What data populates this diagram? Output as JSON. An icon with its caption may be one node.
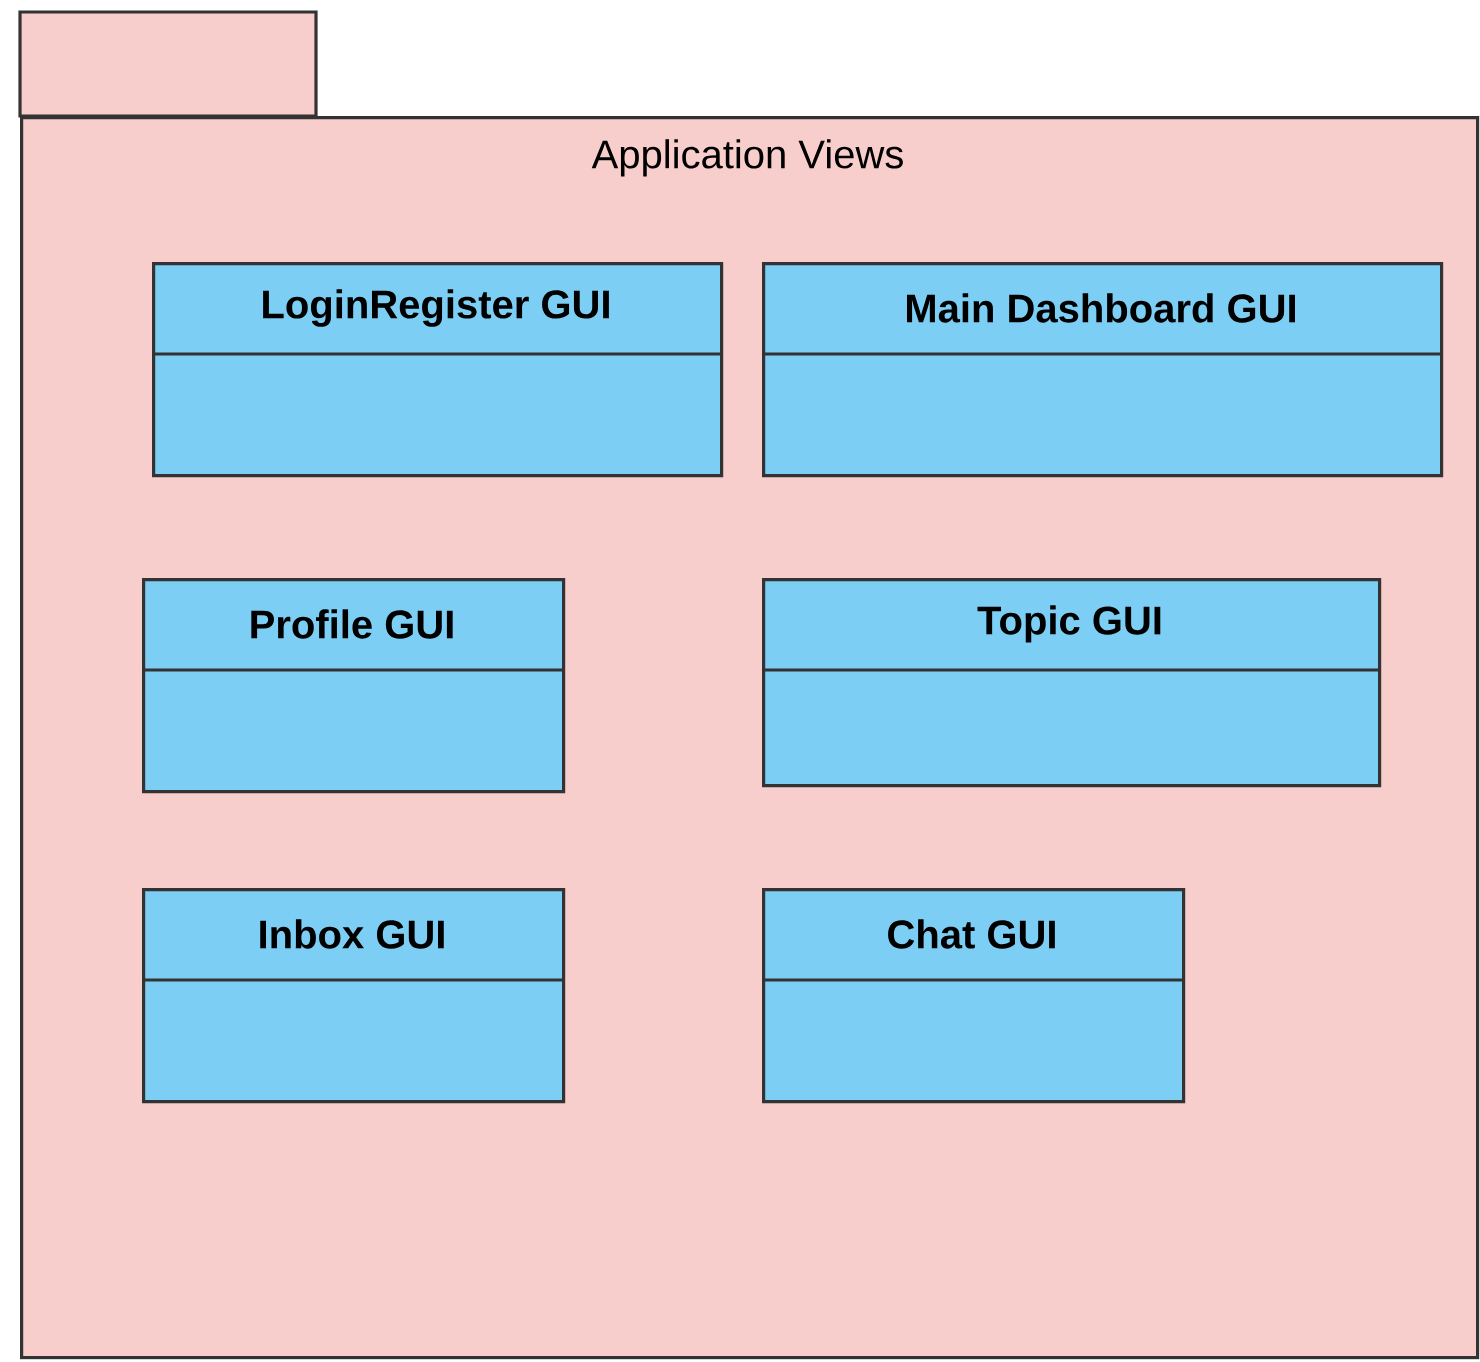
{
  "diagram": {
    "nodes": [
      {
        "text": [
          "Application Views"
        ]
      },
      {
        "text": [
          "LoginRegister GUI"
        ],
        "in": 0
      },
      {
        "text": [
          "Main Dashboard GUI"
        ],
        "in": 0
      },
      {
        "text": [
          "Profile GUI"
        ],
        "in": 0
      },
      {
        "text": [
          "Topic GUI"
        ],
        "in": 0
      },
      {
        "text": [
          "Inbox GUI"
        ],
        "in": 0
      },
      {
        "text": [
          "Chat GUI"
        ],
        "in": 0
      }
    ]
  }
}
